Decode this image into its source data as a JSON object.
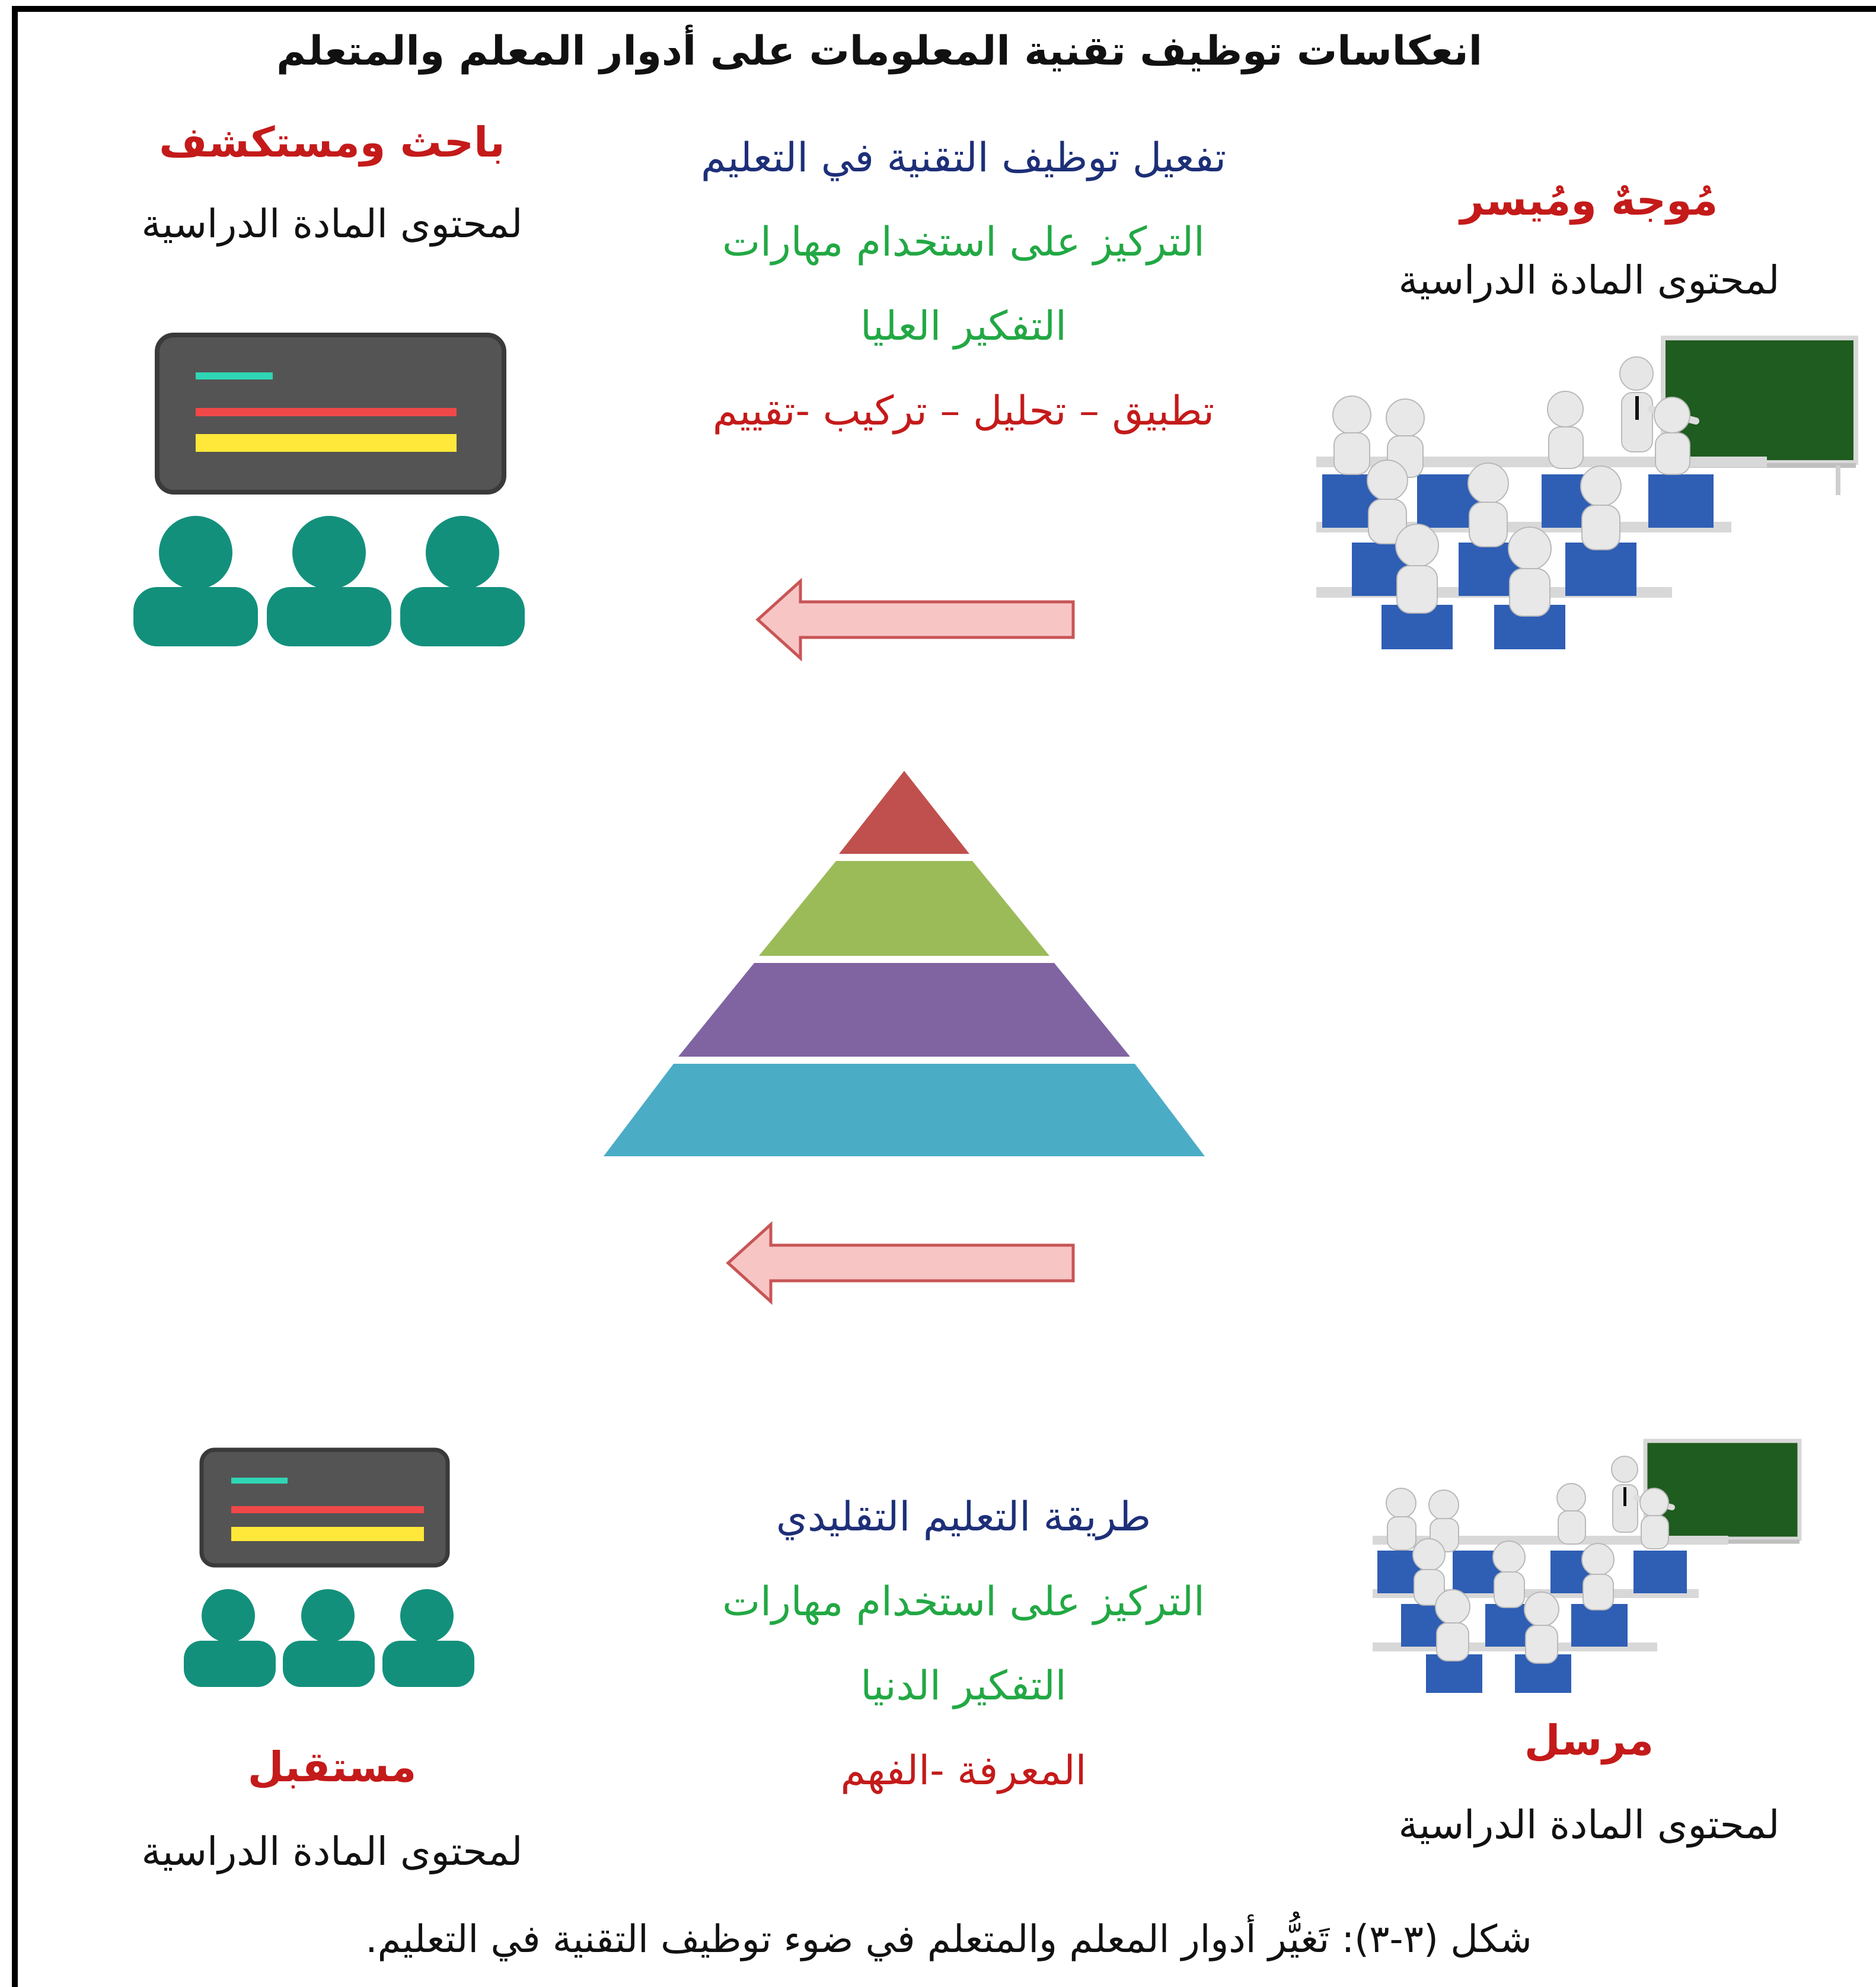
{
  "title": "انعكاسات توظيف تقنية المعلومات على أدوار المعلم والمتعلم",
  "top_section": {
    "learner_role": {
      "name": "باحث ومستكشف",
      "subtitle": "لمحتوى المادة الدراسية"
    },
    "teacher_role": {
      "name": "مُوجهٌ ومُيسر",
      "subtitle": "لمحتوى المادة الدراسية"
    },
    "middle": {
      "heading": "تفعيل توظيف التقنية في التعليم",
      "focus_line1": "التركيز على استخدام مهارات",
      "focus_line2": "التفكير العليا",
      "skills": "تطبيق – تحليل – تركيب -تقييم"
    }
  },
  "bottom_section": {
    "learner_role": {
      "name": "مستقبل",
      "subtitle": "لمحتوى المادة الدراسية"
    },
    "teacher_role": {
      "name": "مرسل",
      "subtitle": "لمحتوى المادة  الدراسية"
    },
    "middle": {
      "heading": "طريقة التعليم التقليدي",
      "focus_line1": "التركيز على استخدام مهارات",
      "focus_line2": "التفكير الدنيا",
      "skills": "المعرفة -الفهم"
    }
  },
  "pyramid_colors": [
    "#c0504d",
    "#9bbb59",
    "#8064a2",
    "#4bacc6"
  ],
  "icons": {
    "learner_group": "learners-screen-icon",
    "teacher_classroom": "classroom-illustration",
    "arrow": "left-arrow-icon",
    "pyramid": "thinking-levels-pyramid"
  },
  "caption": "شكل (٣-٣): تَغيُّر أدوار المعلم والمتعلم في ضوء توظيف التقنية في التعليم."
}
